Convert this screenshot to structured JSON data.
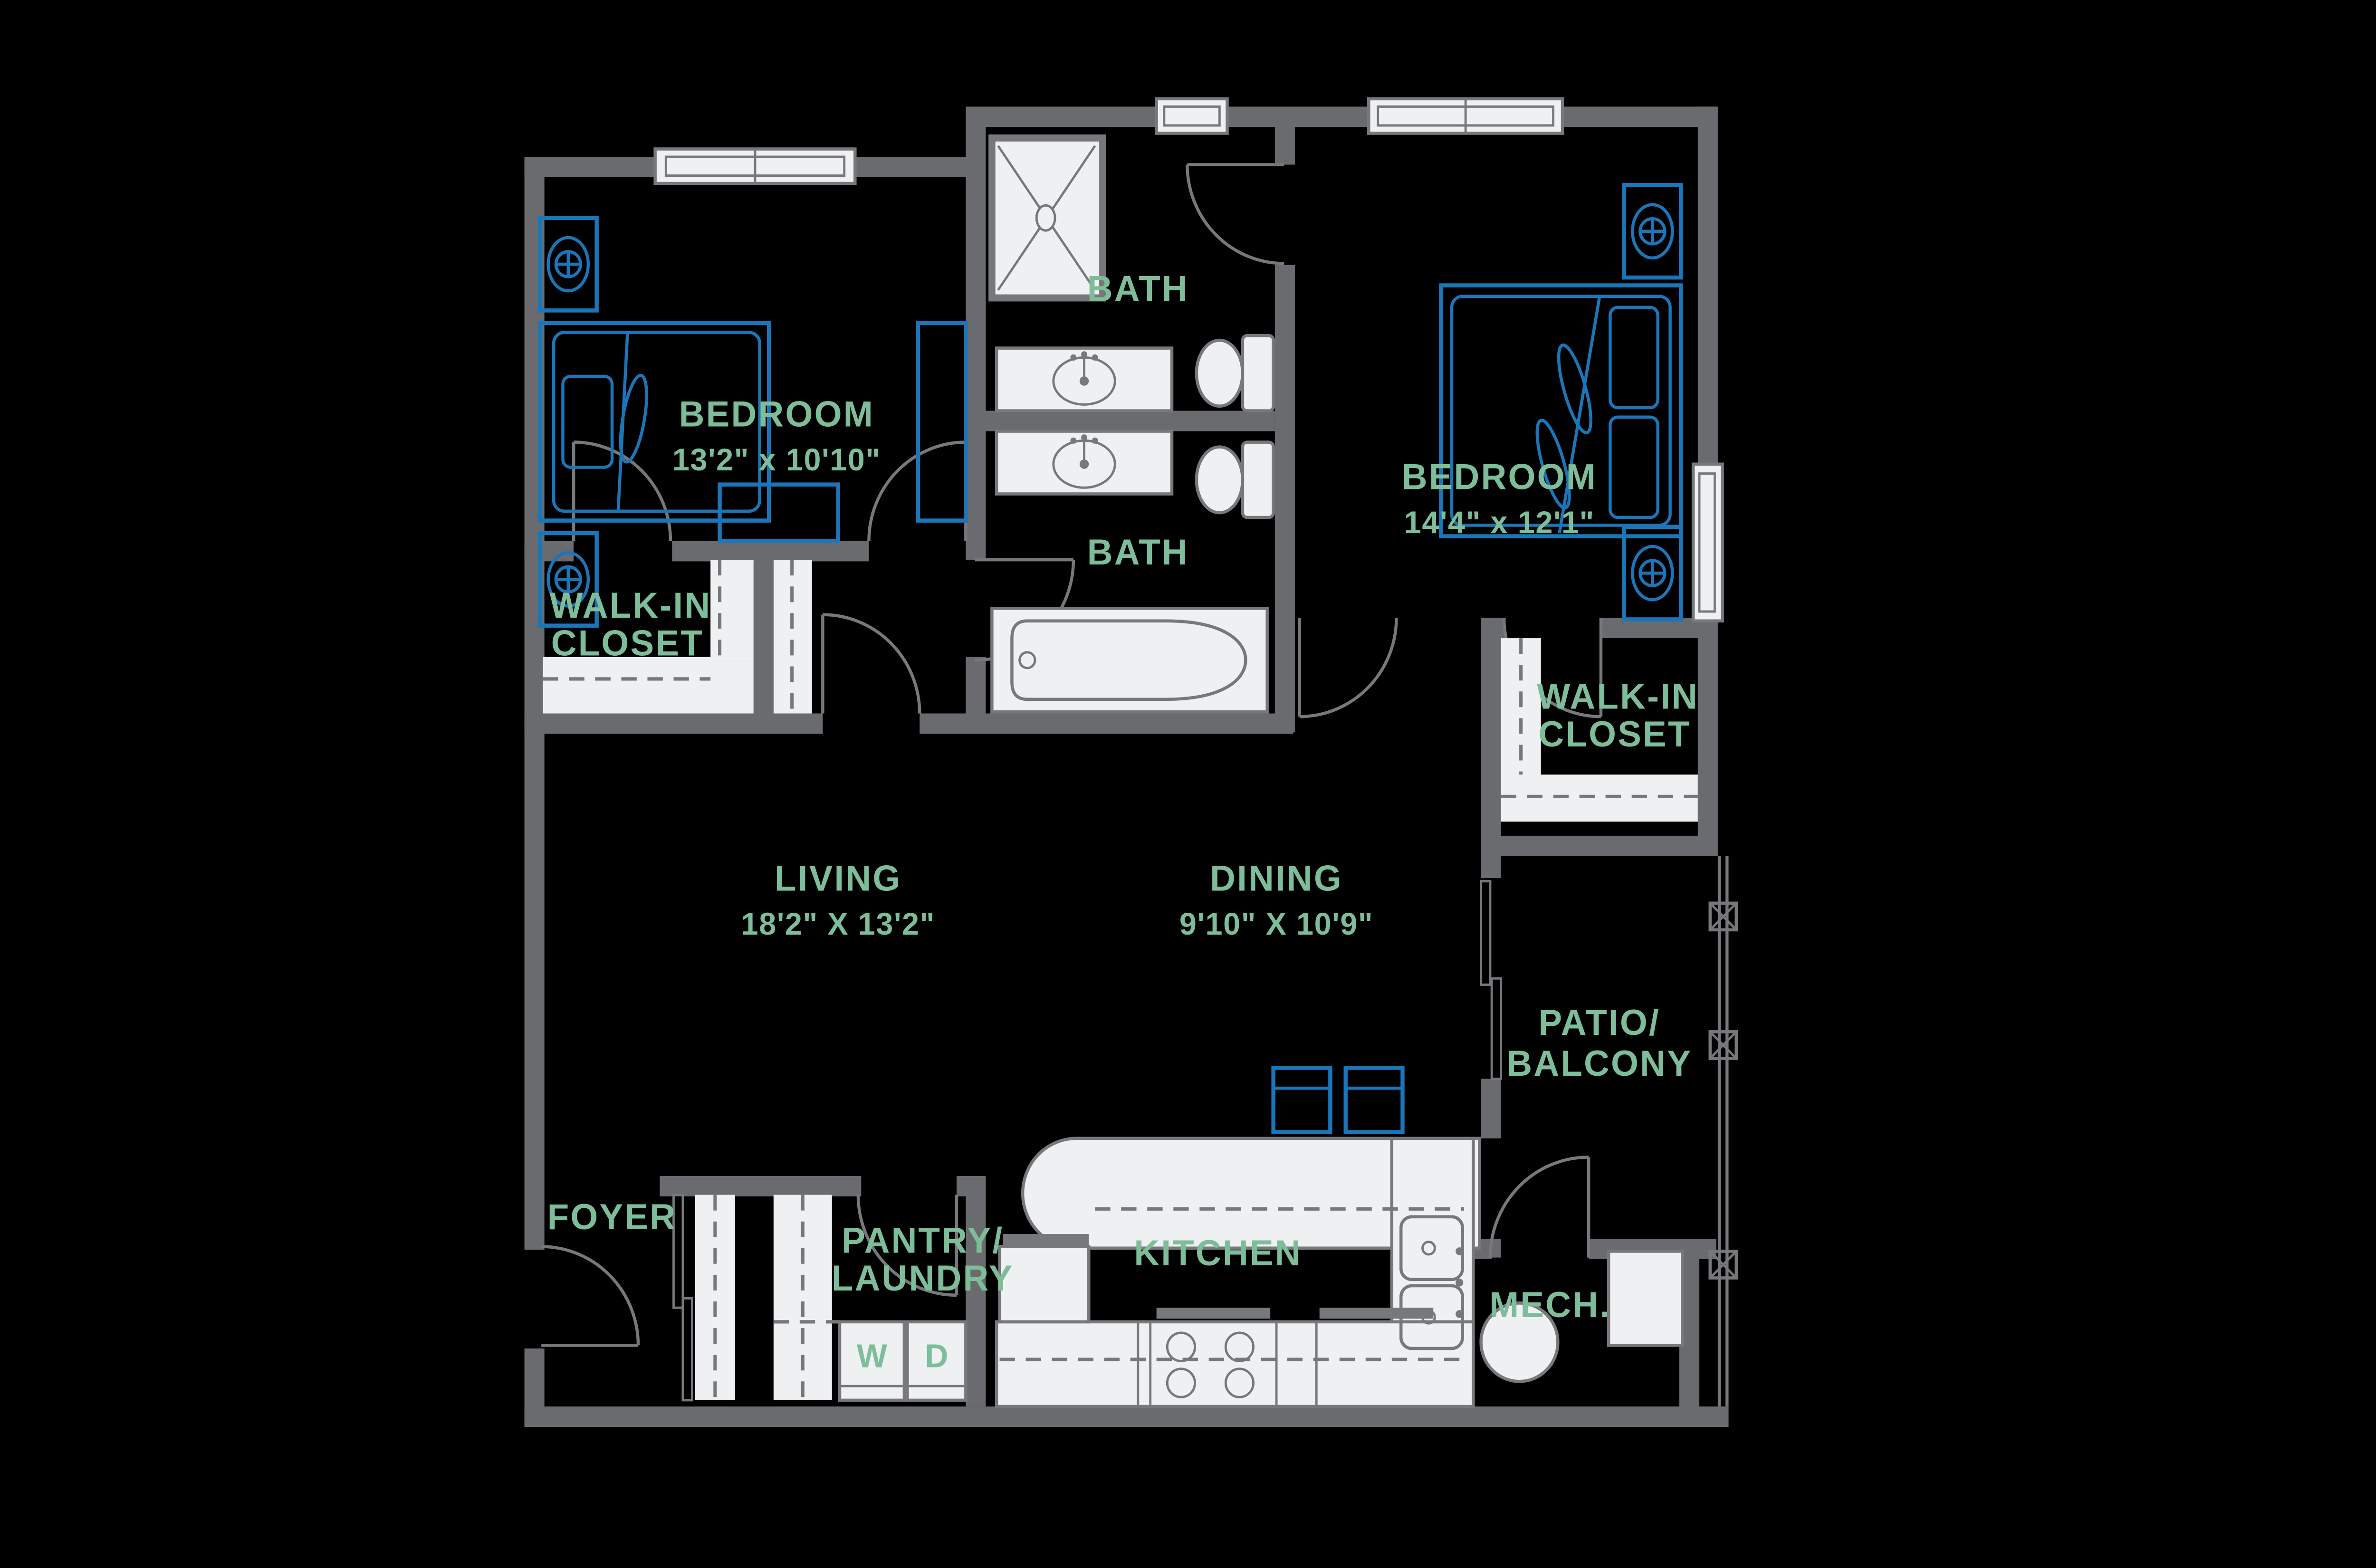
{
  "colors": {
    "background": "#000000",
    "wall_gray": "#6a6b6e",
    "fixture_fill": "#eef0f2",
    "fixture_stroke": "#77787b",
    "furniture_blue": "#1b76b9",
    "label_green": "#7ebd9a"
  },
  "rooms": {
    "bedroom1": {
      "name": "BEDROOM",
      "dims": "13'2\" x 10'10\""
    },
    "bath1": {
      "name": "BATH"
    },
    "bedroom2": {
      "name": "BEDROOM",
      "dims": "14'4\" x 12'1\""
    },
    "walk_in_closet1": {
      "line1": "WALK-IN",
      "line2": "CLOSET"
    },
    "bath2": {
      "name": "BATH"
    },
    "walk_in_closet2": {
      "line1": "WALK-IN",
      "line2": "CLOSET"
    },
    "living": {
      "name": "LIVING",
      "dims": "18'2\" X 13'2\""
    },
    "dining": {
      "name": "DINING",
      "dims": "9'10\" X 10'9\""
    },
    "patio": {
      "line1": "PATIO/",
      "line2": "BALCONY"
    },
    "foyer": {
      "name": "FOYER"
    },
    "pantry_laundry": {
      "line1": "PANTRY/",
      "line2": "LAUNDRY"
    },
    "kitchen": {
      "name": "KITCHEN"
    },
    "mech": {
      "name": "MECH."
    }
  },
  "appliances": {
    "washer": "W",
    "dryer": "D"
  }
}
